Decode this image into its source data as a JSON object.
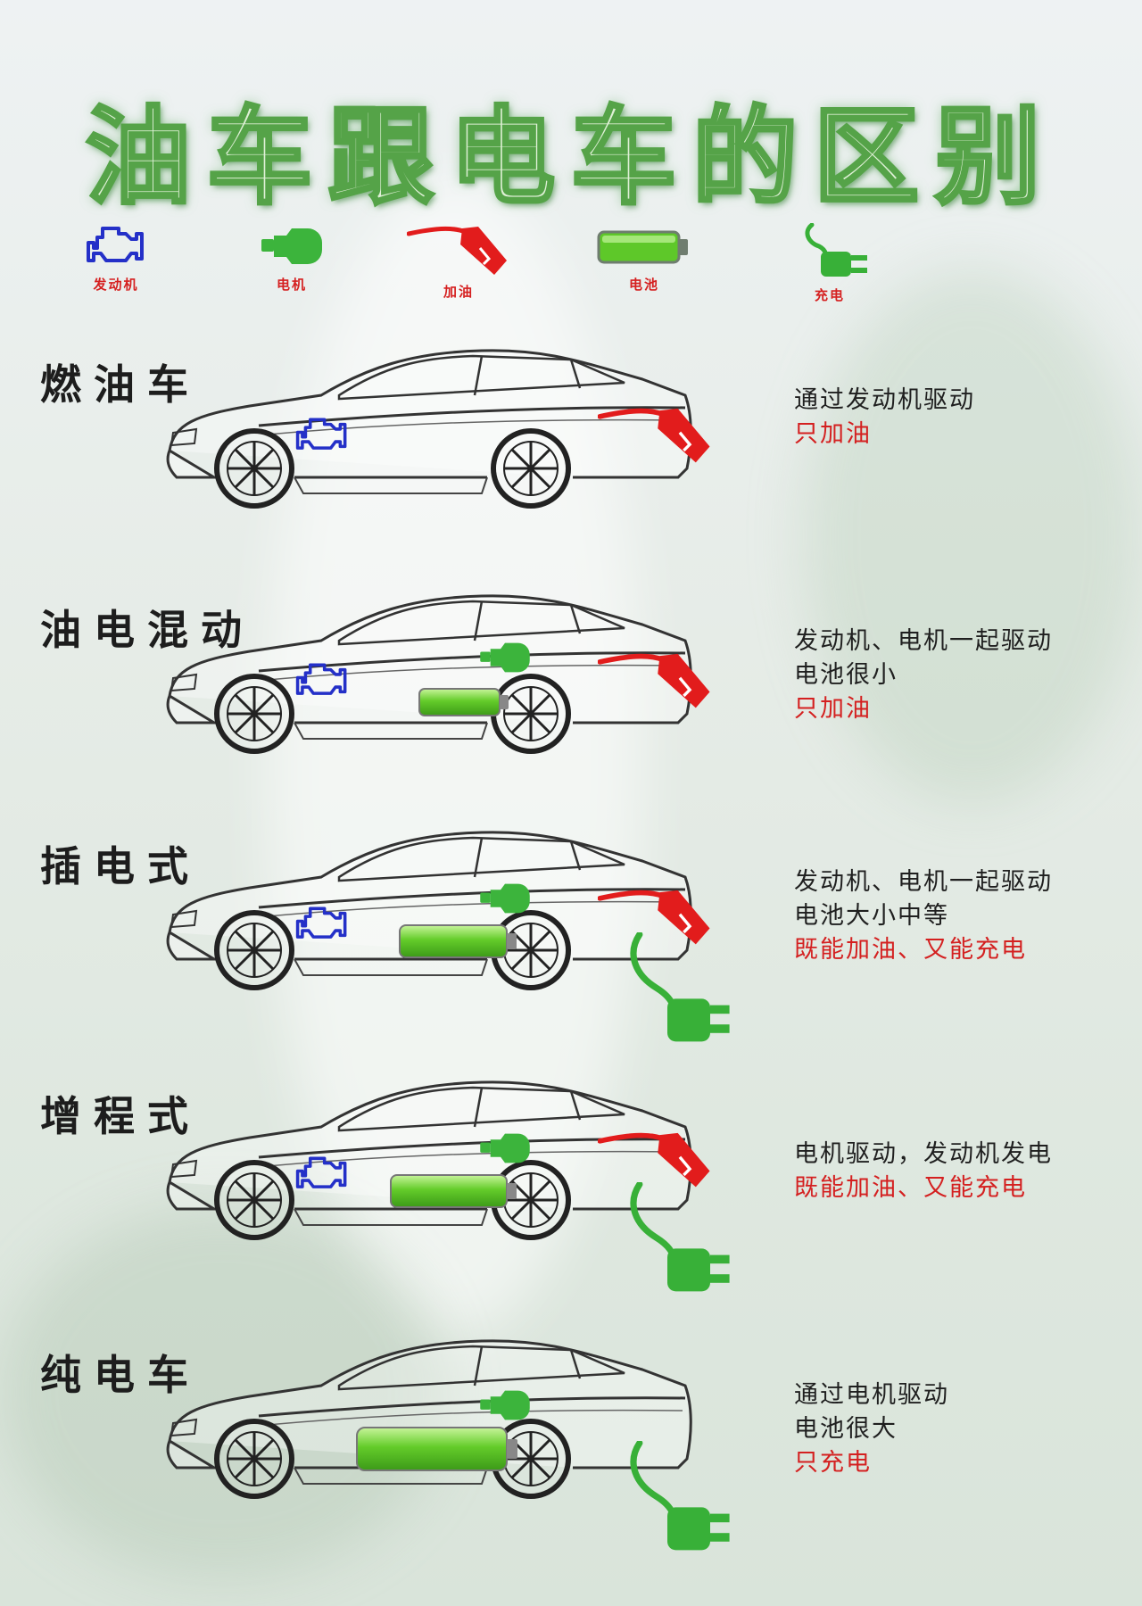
{
  "title": "油车跟电车的区别",
  "legend": [
    {
      "icon": "engine-icon",
      "label": "发动机"
    },
    {
      "icon": "motor-icon",
      "label": "电机"
    },
    {
      "icon": "fuel-nozzle-icon",
      "label": "加油"
    },
    {
      "icon": "battery-icon",
      "label": "电池"
    },
    {
      "icon": "charging-plug-icon",
      "label": "充电"
    }
  ],
  "colors": {
    "engine": "#2430c8",
    "motor": "#3cb43c",
    "fuel": "#e21c1c",
    "battery": "#5ec829",
    "charge": "#38b038",
    "highlight": "#d42020"
  },
  "sections": [
    {
      "title": "燃油车",
      "components": [
        "engine-icon",
        "fuel-nozzle-icon"
      ],
      "lines": [
        "通过发动机驱动"
      ],
      "highlight": "只加油"
    },
    {
      "title": "油电混动",
      "components": [
        "engine-icon",
        "motor-icon",
        "battery-icon",
        "fuel-nozzle-icon"
      ],
      "battery_size": "small",
      "lines": [
        "发动机、电机一起驱动",
        "电池很小"
      ],
      "highlight": "只加油"
    },
    {
      "title": "插电式",
      "components": [
        "engine-icon",
        "motor-icon",
        "battery-icon",
        "fuel-nozzle-icon",
        "charging-plug-icon"
      ],
      "battery_size": "medium",
      "lines": [
        "发动机、电机一起驱动",
        "电池大小中等"
      ],
      "highlight": "既能加油、又能充电"
    },
    {
      "title": "增程式",
      "components": [
        "engine-icon",
        "motor-icon",
        "battery-icon",
        "fuel-nozzle-icon",
        "charging-plug-icon"
      ],
      "battery_size": "medium",
      "lines": [
        "电机驱动，发动机发电"
      ],
      "highlight": "既能加油、又能充电"
    },
    {
      "title": "纯电车",
      "components": [
        "motor-icon",
        "battery-icon",
        "charging-plug-icon"
      ],
      "battery_size": "large",
      "lines": [
        "通过电机驱动",
        "电池很大"
      ],
      "highlight": "只充电"
    }
  ]
}
